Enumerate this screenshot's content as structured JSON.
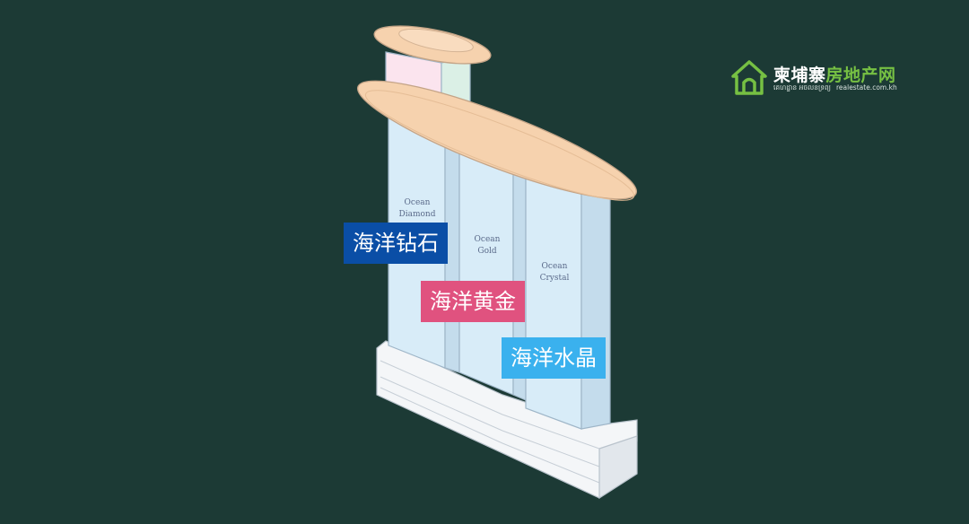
{
  "logo": {
    "name_part1": "柬埔寨",
    "name_part2": "房地产网",
    "sub_khmer": "គេហដ្ឋាន អចលនទ្រព្យ",
    "sub_url": "realestate.com.kh",
    "icon": "house-icon",
    "accent_color": "#76c043"
  },
  "towers": [
    {
      "line1": "Ocean",
      "line2": "Diamond"
    },
    {
      "line1": "Ocean",
      "line2": "Gold"
    },
    {
      "line1": "Ocean",
      "line2": "Crystal"
    }
  ],
  "tags": {
    "diamond": {
      "label": "海洋钻石",
      "color": "#0a4ea6"
    },
    "gold": {
      "label": "海洋黄金",
      "color": "#e0527f"
    },
    "crystal": {
      "label": "海洋水晶",
      "color": "#3ab1ee"
    }
  },
  "colors": {
    "background": "#1c3a35",
    "tower_glass": "#d8ecf8",
    "skypark": "#f6d2ae",
    "podium": "#f4f6f8"
  }
}
